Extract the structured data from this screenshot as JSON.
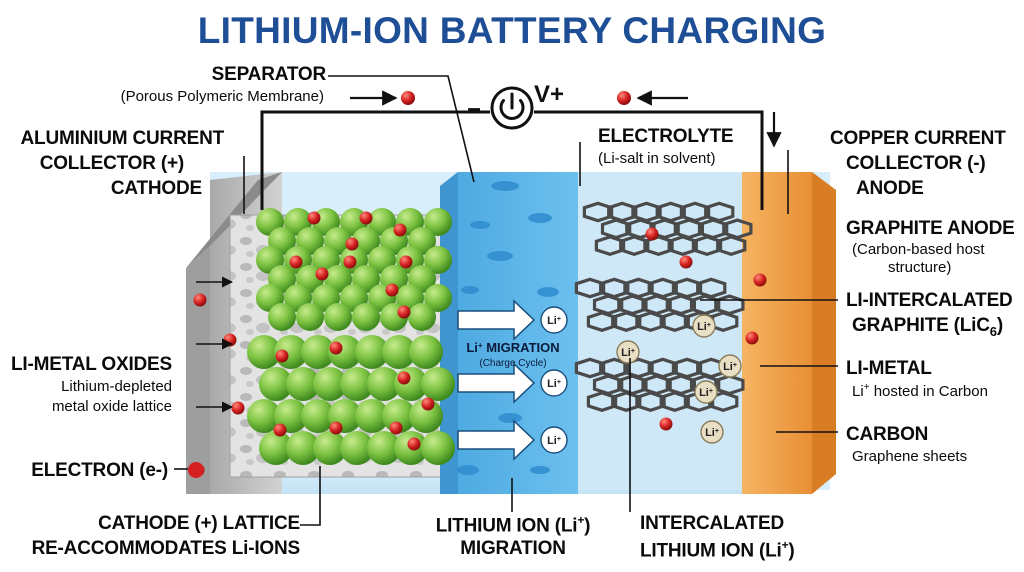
{
  "title": "LITHIUM-ION BATTERY CHARGING",
  "circuit": {
    "minus": "–",
    "plus": "V+",
    "power_icon": "power-button-icon"
  },
  "labels": {
    "separator": {
      "title": "SEPARATOR",
      "sub": "(Porous Polymeric Membrane)"
    },
    "aluminium": {
      "line1": "ALUMINIUM CURRENT",
      "line2": "COLLECTOR (+)",
      "line3": "CATHODE"
    },
    "electrolyte": {
      "title": "ELECTROLYTE",
      "sub": "(Li-salt in solvent)"
    },
    "copper": {
      "line1": "COPPER CURRENT",
      "line2": "COLLECTOR (-)",
      "line3": "ANODE"
    },
    "graphite_anode": {
      "title": "GRAPHITE ANODE",
      "sub1": "(Carbon-based host",
      "sub2": "structure)"
    },
    "li_intercalated": {
      "line1": "LI-INTERCALATED",
      "line2": "GRAPHITE (LiC",
      "sub": "6",
      "close": ")"
    },
    "li_metal": {
      "title": "LI-METAL",
      "sub_prefix": "Li",
      "sub_sup": "+",
      "sub_rest": " hosted in Carbon"
    },
    "carbon": {
      "title": "CARBON",
      "sub": "Graphene sheets"
    },
    "li_metal_oxides": {
      "title": "LI-METAL OXIDES",
      "sub1": "Lithium-depleted",
      "sub2": "metal oxide lattice"
    },
    "electron": {
      "title": "ELECTRON (e-)"
    },
    "cathode_lattice": {
      "line1": "CATHODE (+) LATTICE",
      "line2": "RE-ACCOMMODATES Li-IONS"
    },
    "lithium_ion_migration": {
      "line1_prefix": "LITHIUM ION (Li",
      "line1_sup": "+",
      "line1_close": ")",
      "line2": "MIGRATION"
    },
    "intercalated_ion": {
      "line1": "INTERCALATED",
      "line2_prefix": "LITHIUM ION (Li",
      "line2_sup": "+",
      "line2_close": ")"
    }
  },
  "migration": {
    "title_prefix": "Li",
    "title_sup": "+",
    "title_rest": " MIGRATION",
    "sub": "(Charge Cycle)"
  },
  "ion_symbol": {
    "base": "Li",
    "sup": "+"
  },
  "colors": {
    "title": "#1d4e96",
    "aluminium": "#bdbdbd",
    "electrolyte": "#d6ecf8",
    "separator": "#5db6ea",
    "copper": "#f0a04b",
    "cathode_sphere": "#7cc242",
    "electron": "#d42020",
    "graphene": "#4a4a4a",
    "li_ion": "#e9dfc4"
  }
}
